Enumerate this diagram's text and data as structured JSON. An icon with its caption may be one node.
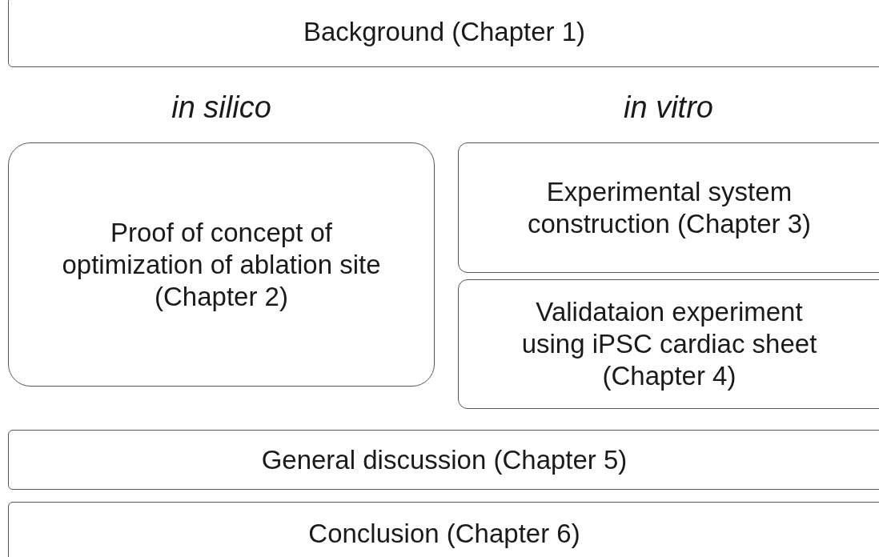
{
  "diagram": {
    "nodes": [
      {
        "text": [
          "Background (Chapter 1)"
        ]
      },
      {
        "text": [
          "Proof of concept of optimization of ablation site (Chapter 2)"
        ]
      },
      {
        "text": [
          "Experimental system construction (Chapter 3)"
        ]
      },
      {
        "text": [
          "Validataion experiment using iPSC cardiac sheet (Chapter 4)"
        ]
      },
      {
        "text": [
          "General discussion (Chapter 5)"
        ]
      },
      {
        "text": [
          "Conclusion (Chapter 6)"
        ]
      }
    ],
    "labels": [
      "in silico",
      "in vitro"
    ]
  }
}
